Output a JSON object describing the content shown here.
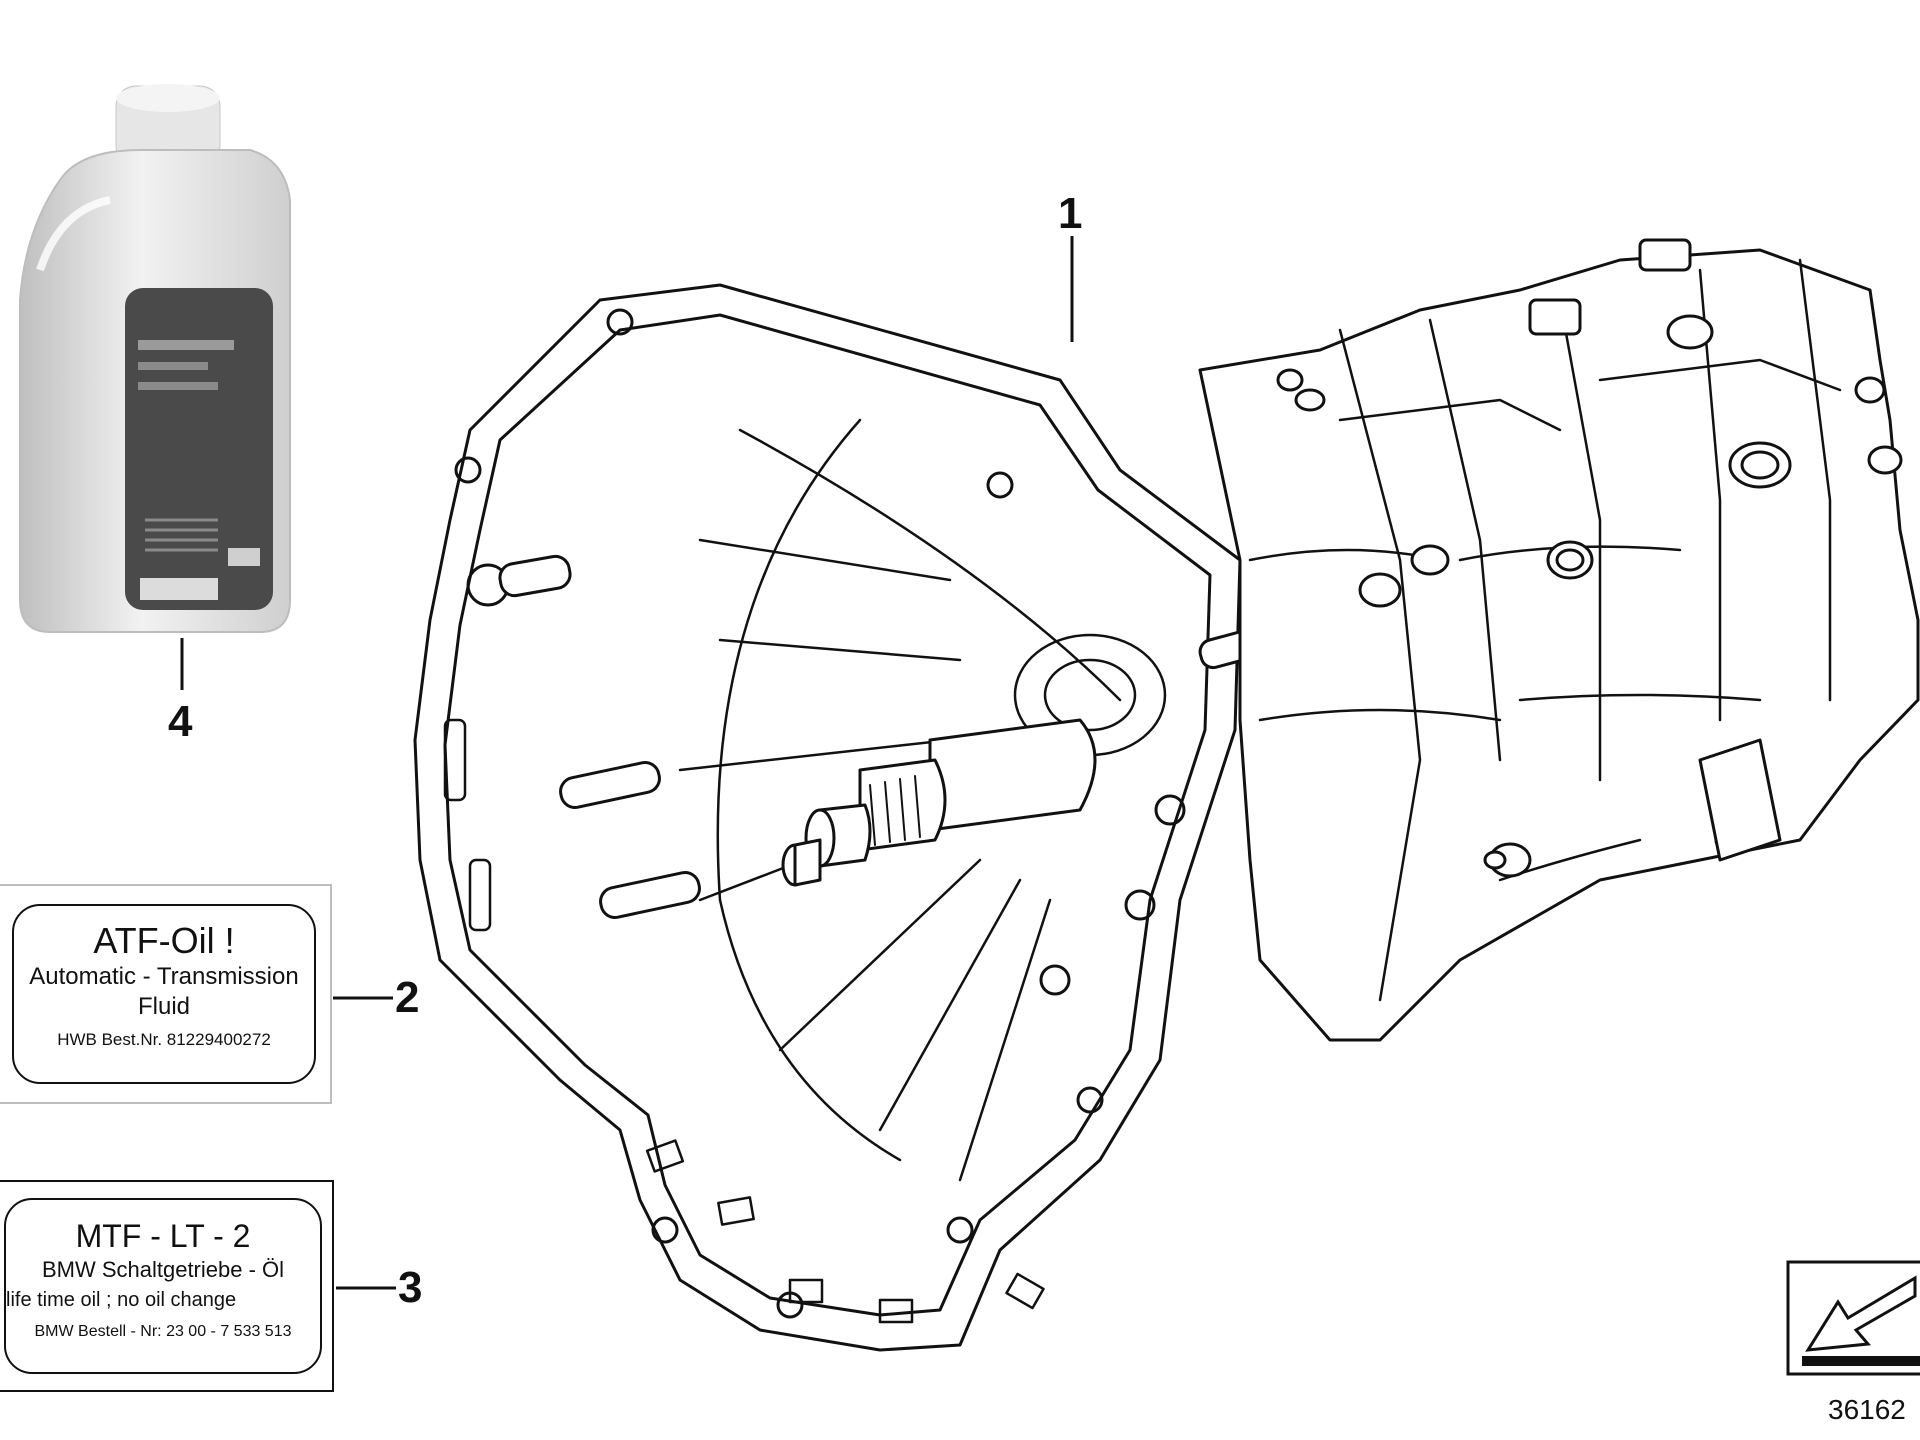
{
  "callouts": {
    "gearbox": "1",
    "atf_label": "2",
    "mtf_label": "3",
    "oil_bottle": "4"
  },
  "atf_label": {
    "title": "ATF-Oil !",
    "line1": "Automatic - Transmission",
    "line2": "Fluid",
    "order_no": "HWB Best.Nr. 81229400272"
  },
  "mtf_label": {
    "title": "MTF - LT - 2",
    "line1": "BMW Schaltgetriebe - Öl",
    "line2": "life time oil ; no oil change",
    "order_no": "BMW Bestell - Nr:  23 00 - 7 533 513"
  },
  "diagram_code": "36162"
}
